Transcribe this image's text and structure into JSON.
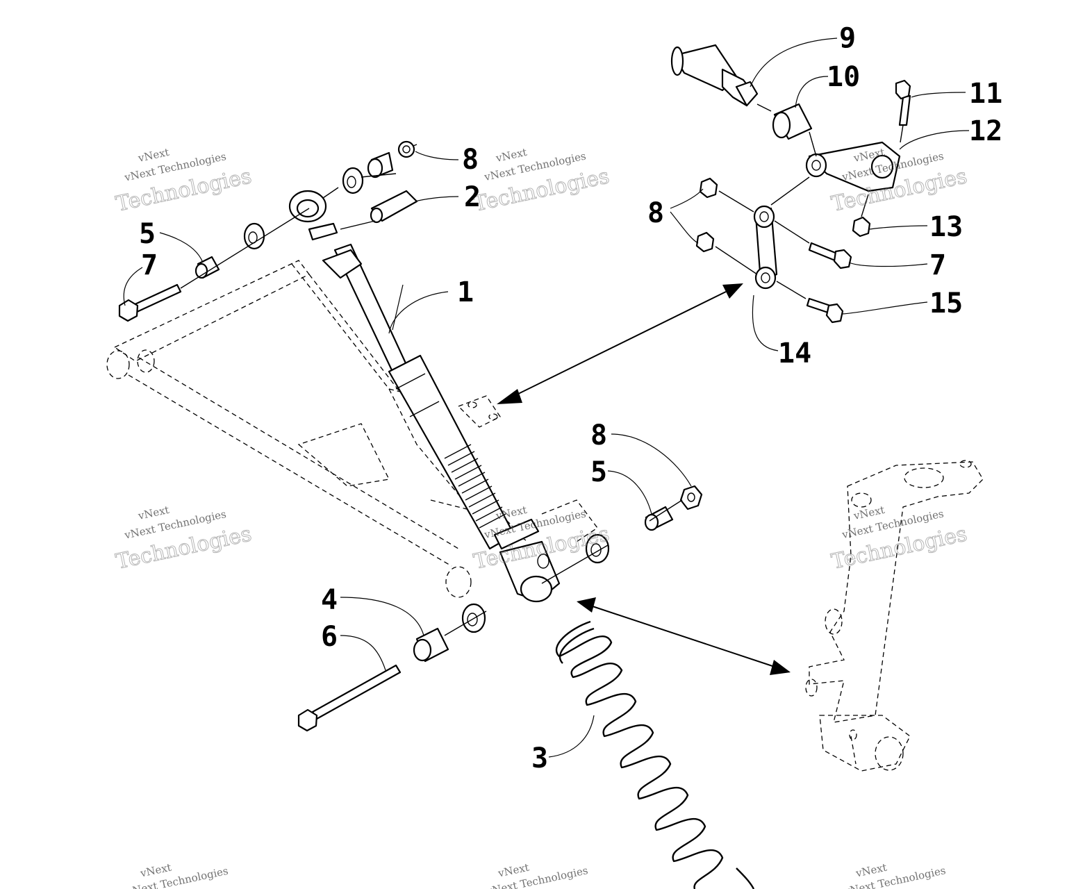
{
  "diagram": {
    "callouts": [
      {
        "id": "c9",
        "text": "9"
      },
      {
        "id": "c10",
        "text": "10"
      },
      {
        "id": "c11",
        "text": "11"
      },
      {
        "id": "c12",
        "text": "12"
      },
      {
        "id": "c8a",
        "text": "8"
      },
      {
        "id": "c2",
        "text": "2"
      },
      {
        "id": "c8b",
        "text": "8"
      },
      {
        "id": "c13",
        "text": "13"
      },
      {
        "id": "c5a",
        "text": "5"
      },
      {
        "id": "c7a",
        "text": "7"
      },
      {
        "id": "c7b",
        "text": "7"
      },
      {
        "id": "c1",
        "text": "1"
      },
      {
        "id": "c15",
        "text": "15"
      },
      {
        "id": "c14",
        "text": "14"
      },
      {
        "id": "c8c",
        "text": "8"
      },
      {
        "id": "c5b",
        "text": "5"
      },
      {
        "id": "c4",
        "text": "4"
      },
      {
        "id": "c6",
        "text": "6"
      },
      {
        "id": "c3",
        "text": "3"
      }
    ],
    "watermark": {
      "brand": "vNext",
      "line": "vNext Technologies",
      "large": "Technologies"
    }
  }
}
